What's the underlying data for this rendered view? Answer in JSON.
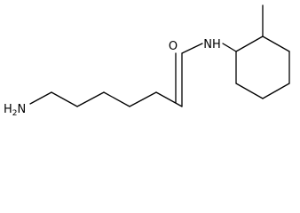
{
  "structure": {
    "atoms": {
      "oxygen": "O",
      "amide_nitrogen": "NH",
      "amine": {
        "symbol": "H",
        "subscript": "2",
        "atom": "N"
      }
    }
  }
}
